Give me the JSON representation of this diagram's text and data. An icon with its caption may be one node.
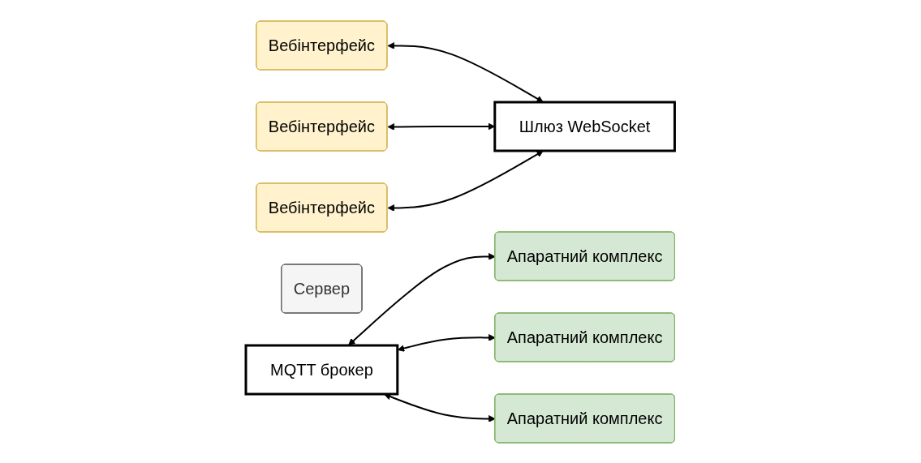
{
  "diagram": {
    "nodes": [
      {
        "text": [
          "Вебінтерфейс"
        ]
      },
      {
        "text": [
          "Вебінтерфейс"
        ]
      },
      {
        "text": [
          "Вебінтерфейс"
        ]
      },
      {
        "text": [
          "Шлюз WebSocket"
        ]
      },
      {
        "text": [
          "Сервер"
        ]
      },
      {
        "text": [
          "MQTT брокер"
        ]
      },
      {
        "text": [
          "Апаратний комплекс"
        ]
      },
      {
        "text": [
          "Апаратний комплекс"
        ]
      },
      {
        "text": [
          "Апаратний комплекс"
        ]
      }
    ],
    "edges": [
      {
        "from": 0,
        "to": 3,
        "arrow": "both"
      },
      {
        "from": 1,
        "to": 3,
        "arrow": "both"
      },
      {
        "from": 2,
        "to": 3,
        "arrow": "both"
      },
      {
        "from": 5,
        "to": 6,
        "arrow": "both"
      },
      {
        "from": 5,
        "to": 7,
        "arrow": "both"
      },
      {
        "from": 5,
        "to": 8,
        "arrow": "both"
      }
    ]
  }
}
